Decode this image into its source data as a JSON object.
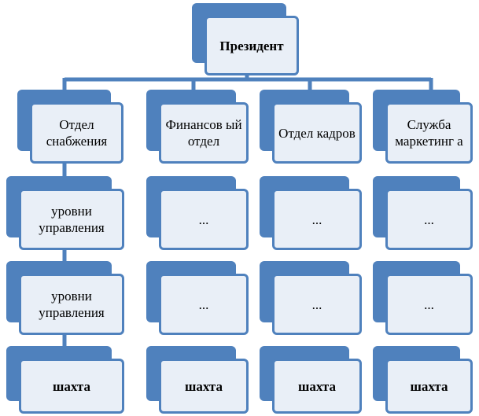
{
  "president": "Президент",
  "departments": [
    {
      "label": "Отдел снабжения",
      "levels": [
        "уровни управления",
        "уровни управления"
      ],
      "bottom": "шахта"
    },
    {
      "label": "Финансов ый отдел",
      "levels": [
        "...",
        "..."
      ],
      "bottom": "шахта"
    },
    {
      "label": "Отдел кадров",
      "levels": [
        "...",
        "..."
      ],
      "bottom": "шахта"
    },
    {
      "label": "Служба маркетинг а",
      "levels": [
        "...",
        "..."
      ],
      "bottom": "шахта"
    }
  ],
  "colors": {
    "shadow": "#4f81bd",
    "fill": "#e9eff7",
    "connector": "#4f81bd"
  }
}
